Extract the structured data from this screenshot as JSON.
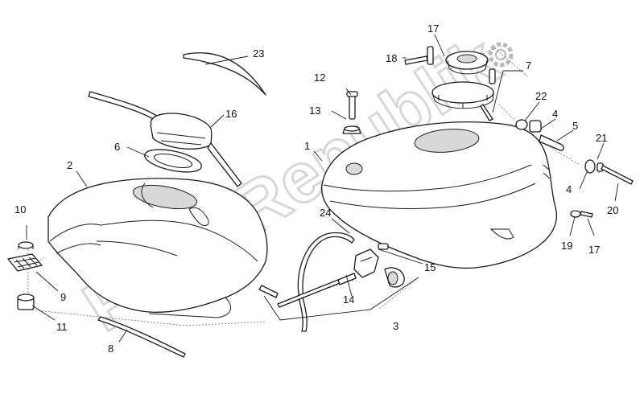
{
  "watermark": "PartsRepublik",
  "callouts": {
    "c1": "1",
    "c2": "2",
    "c3": "3",
    "c4a": "4",
    "c4b": "4",
    "c5": "5",
    "c6": "6",
    "c7": "7",
    "c8": "8",
    "c9": "9",
    "c10": "10",
    "c11": "11",
    "c12": "12",
    "c13": "13",
    "c14": "14",
    "c15": "15",
    "c16": "16",
    "c17a": "17",
    "c17b": "17",
    "c18": "18",
    "c19": "19",
    "c20": "20",
    "c21": "21",
    "c22": "22",
    "c23": "23",
    "c24": "24"
  },
  "icons": {
    "logo": "gear-icon"
  }
}
